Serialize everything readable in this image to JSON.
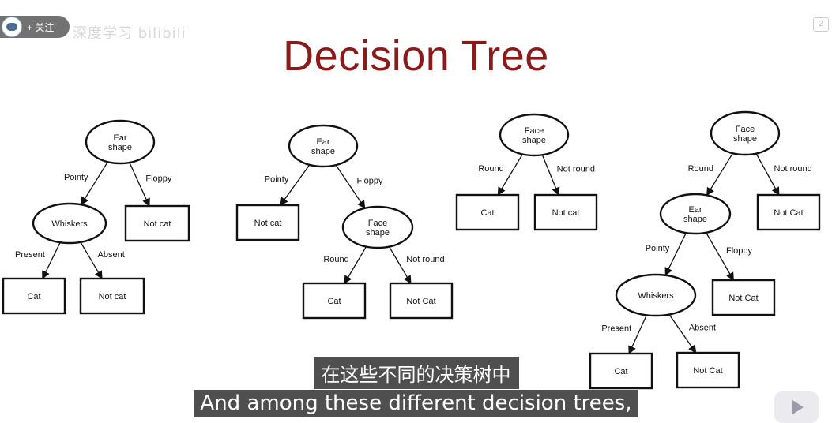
{
  "slide_title": "Decision Tree",
  "overlay": {
    "follow_label": "+ 关注",
    "corner_badge": "2"
  },
  "subtitles": {
    "zh": "在这些不同的决策树中",
    "en": "And among these different decision trees,"
  },
  "trees": [
    {
      "nodes": [
        {
          "id": "t1n1",
          "kind": "decision",
          "label": [
            "Ear",
            "shape"
          ]
        },
        {
          "id": "t1n2",
          "kind": "decision",
          "label": [
            "Whiskers"
          ]
        },
        {
          "id": "t1n3",
          "kind": "leaf",
          "label": [
            "Not cat"
          ]
        },
        {
          "id": "t1n4",
          "kind": "leaf",
          "label": [
            "Cat"
          ]
        },
        {
          "id": "t1n5",
          "kind": "leaf",
          "label": [
            "Not cat"
          ]
        }
      ],
      "edges": [
        {
          "from": "t1n1",
          "to": "t1n2",
          "label": "Pointy"
        },
        {
          "from": "t1n1",
          "to": "t1n3",
          "label": "Floppy"
        },
        {
          "from": "t1n2",
          "to": "t1n4",
          "label": "Present"
        },
        {
          "from": "t1n2",
          "to": "t1n5",
          "label": "Absent"
        }
      ]
    },
    {
      "nodes": [
        {
          "id": "t2n1",
          "kind": "decision",
          "label": [
            "Ear",
            "shape"
          ]
        },
        {
          "id": "t2n2",
          "kind": "leaf",
          "label": [
            "Not cat"
          ]
        },
        {
          "id": "t2n3",
          "kind": "decision",
          "label": [
            "Face",
            "shape"
          ]
        },
        {
          "id": "t2n4",
          "kind": "leaf",
          "label": [
            "Cat"
          ]
        },
        {
          "id": "t2n5",
          "kind": "leaf",
          "label": [
            "Not Cat"
          ]
        }
      ],
      "edges": [
        {
          "from": "t2n1",
          "to": "t2n2",
          "label": "Pointy"
        },
        {
          "from": "t2n1",
          "to": "t2n3",
          "label": "Floppy"
        },
        {
          "from": "t2n3",
          "to": "t2n4",
          "label": "Round"
        },
        {
          "from": "t2n3",
          "to": "t2n5",
          "label": "Not round"
        }
      ]
    },
    {
      "nodes": [
        {
          "id": "t3n1",
          "kind": "decision",
          "label": [
            "Face",
            "shape"
          ]
        },
        {
          "id": "t3n2",
          "kind": "leaf",
          "label": [
            "Cat"
          ]
        },
        {
          "id": "t3n3",
          "kind": "leaf",
          "label": [
            "Not cat"
          ]
        }
      ],
      "edges": [
        {
          "from": "t3n1",
          "to": "t3n2",
          "label": "Round"
        },
        {
          "from": "t3n1",
          "to": "t3n3",
          "label": "Not round"
        }
      ]
    },
    {
      "nodes": [
        {
          "id": "t4n1",
          "kind": "decision",
          "label": [
            "Face",
            "shape"
          ]
        },
        {
          "id": "t4n2",
          "kind": "decision",
          "label": [
            "Ear",
            "shape"
          ]
        },
        {
          "id": "t4n3",
          "kind": "leaf",
          "label": [
            "Not Cat"
          ]
        },
        {
          "id": "t4n4",
          "kind": "decision",
          "label": [
            "Whiskers"
          ]
        },
        {
          "id": "t4n5",
          "kind": "leaf",
          "label": [
            "Not Cat"
          ]
        },
        {
          "id": "t4n6",
          "kind": "leaf",
          "label": [
            "Cat"
          ]
        },
        {
          "id": "t4n7",
          "kind": "leaf",
          "label": [
            "Not Cat"
          ]
        }
      ],
      "edges": [
        {
          "from": "t4n1",
          "to": "t4n2",
          "label": "Round"
        },
        {
          "from": "t4n1",
          "to": "t4n3",
          "label": "Not round"
        },
        {
          "from": "t4n2",
          "to": "t4n4",
          "label": "Pointy"
        },
        {
          "from": "t4n2",
          "to": "t4n5",
          "label": "Floppy"
        },
        {
          "from": "t4n4",
          "to": "t4n6",
          "label": "Present"
        },
        {
          "from": "t4n4",
          "to": "t4n7",
          "label": "Absent"
        }
      ]
    }
  ]
}
